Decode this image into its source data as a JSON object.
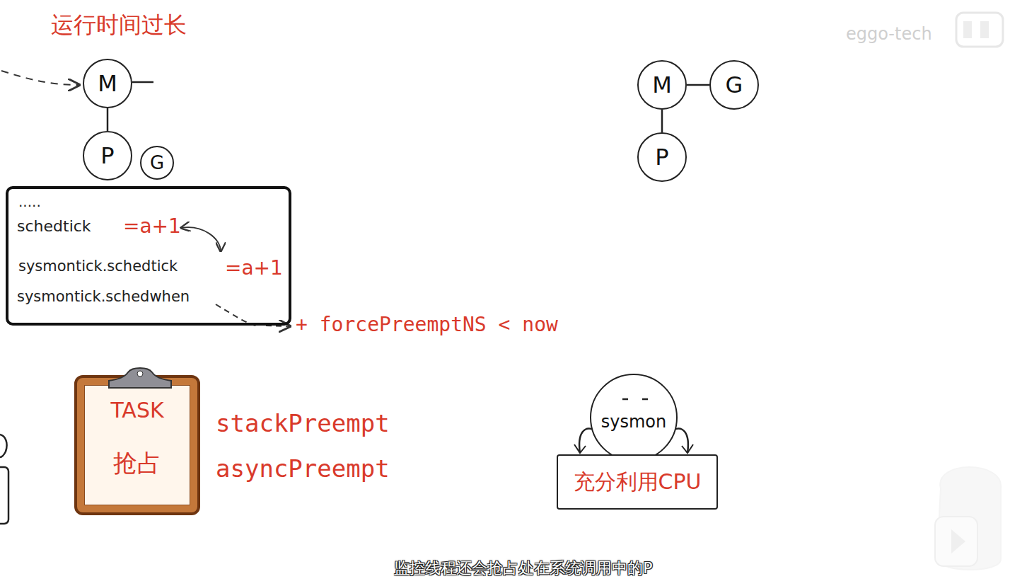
{
  "diagram": {
    "title": "运行时间过长",
    "caption": "监控线程还会抢占处在系统调用中的P",
    "nodes": [
      {
        "text": [
          "M"
        ]
      },
      {
        "text": [
          "P"
        ]
      },
      {
        "text": [
          "G"
        ]
      },
      {
        "text": [
          "M"
        ]
      },
      {
        "text": [
          "G"
        ]
      },
      {
        "text": [
          "P"
        ]
      },
      {
        "text": [
          ".....",
          "schedtick",
          "=a+1",
          "sysmontick.schedtick",
          "=a+1",
          "sysmontick.schedwhen"
        ]
      },
      {
        "text": [
          "TASK",
          "抢占"
        ]
      },
      {
        "text": [
          "sysmon"
        ]
      },
      {
        "text": [
          "充分利用CPU"
        ]
      }
    ],
    "edges": [
      {
        "from": 0,
        "to": 1,
        "arrow": "none"
      },
      {
        "from": 3,
        "to": 4,
        "arrow": "none"
      },
      {
        "from": 3,
        "to": 5,
        "arrow": "none"
      }
    ],
    "labels": [
      "+ forcePreemptNS < now",
      "stackPreempt",
      "asyncPreempt",
      "eggo-tech"
    ]
  }
}
